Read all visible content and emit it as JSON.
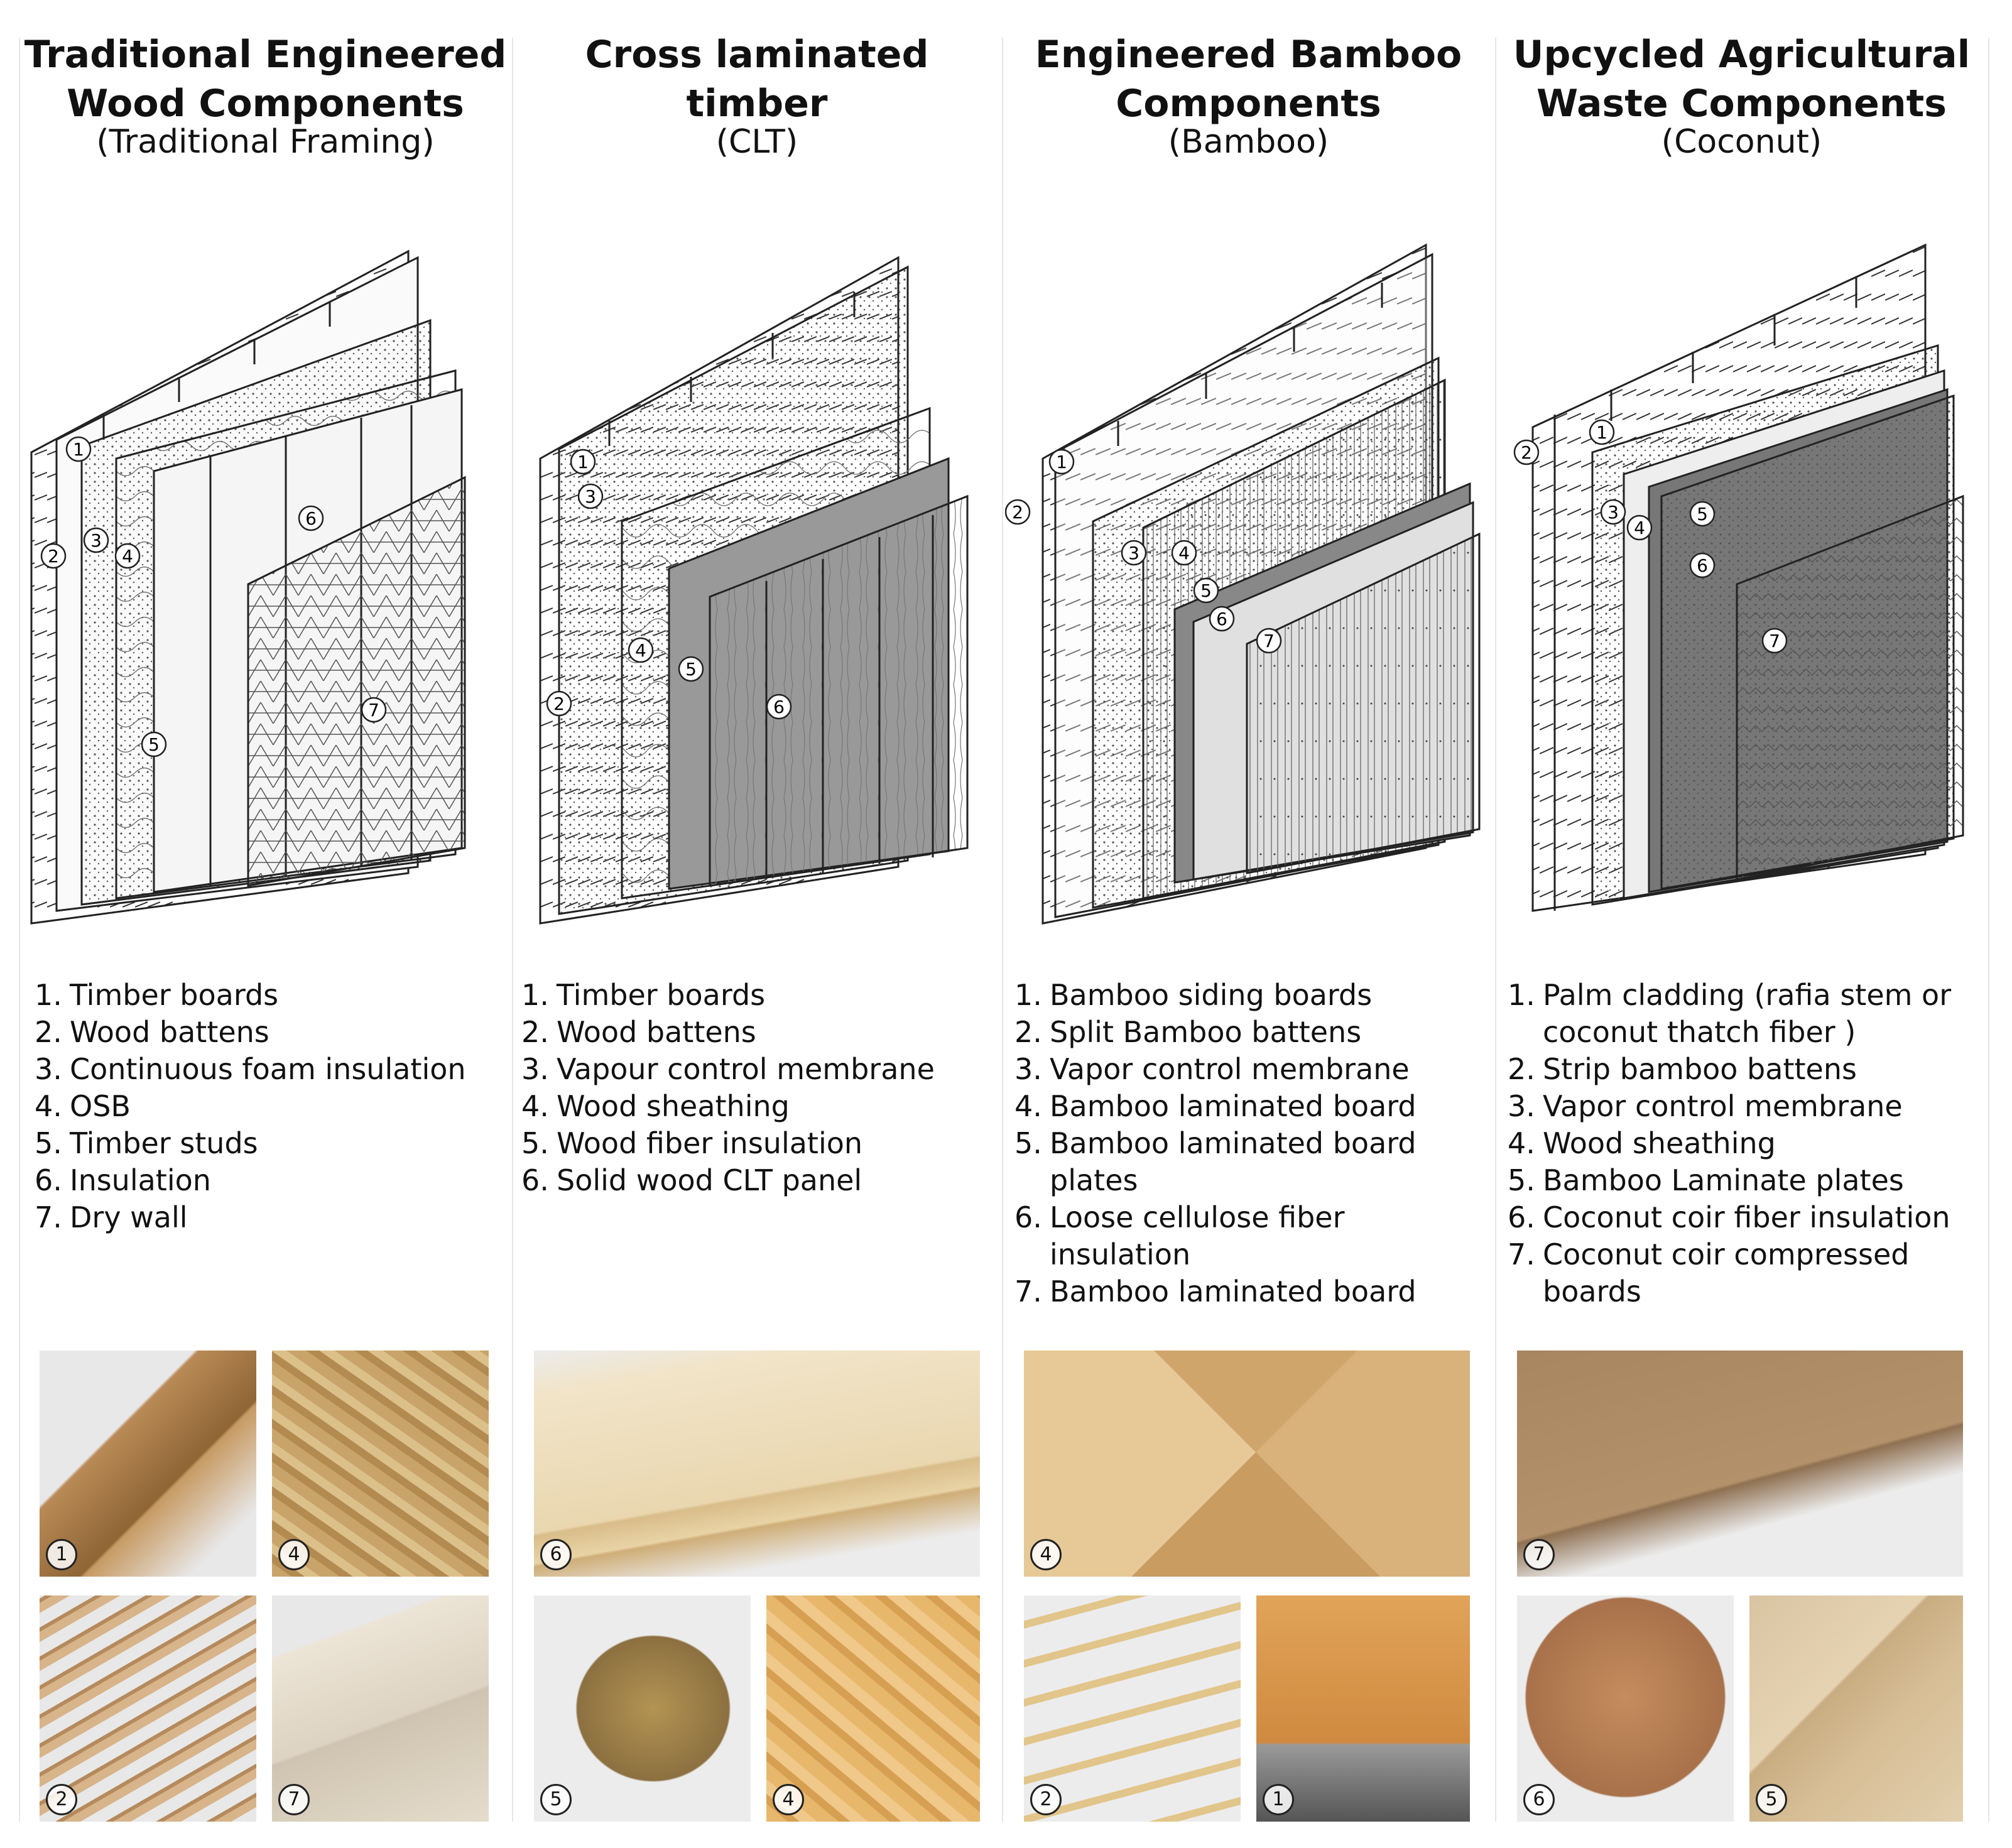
{
  "columns": [
    {
      "title_line1": "Traditional Engineered",
      "title_line2": "Wood Components",
      "subtitle": "(Traditional Framing)",
      "legend": [
        {
          "num": "1.",
          "text": "Timber boards"
        },
        {
          "num": "2.",
          "text": "Wood battens"
        },
        {
          "num": "3.",
          "text": "Continuous foam insulation"
        },
        {
          "num": "4.",
          "text": "OSB"
        },
        {
          "num": "5.",
          "text": "Timber studs"
        },
        {
          "num": "6.",
          "text": "Insulation"
        },
        {
          "num": "7.",
          "text": "Dry wall"
        }
      ],
      "callouts": [
        "1",
        "2",
        "3",
        "4",
        "5",
        "6",
        "7"
      ],
      "photo_tags": [
        "1",
        "4",
        "2",
        "7"
      ]
    },
    {
      "title_line1": "Cross laminated timber",
      "title_line2": "",
      "subtitle": "(CLT)",
      "legend": [
        {
          "num": "1.",
          "text": "Timber boards"
        },
        {
          "num": "2.",
          "text": "Wood battens"
        },
        {
          "num": "3.",
          "text": "Vapour control membrane"
        },
        {
          "num": "4.",
          "text": "Wood sheathing"
        },
        {
          "num": "5.",
          "text": "Wood fiber insulation"
        },
        {
          "num": "6.",
          "text": "Solid wood CLT panel"
        }
      ],
      "callouts": [
        "1",
        "2",
        "3",
        "4",
        "5",
        "6"
      ],
      "photo_tags": [
        "6",
        "5",
        "4"
      ]
    },
    {
      "title_line1": "Engineered Bamboo",
      "title_line2": "Components",
      "subtitle": "(Bamboo)",
      "legend": [
        {
          "num": "1.",
          "text": "Bamboo siding boards"
        },
        {
          "num": "2.",
          "text": "Split Bamboo battens"
        },
        {
          "num": "3.",
          "text": "Vapor control  membrane"
        },
        {
          "num": "4.",
          "text": "Bamboo laminated board"
        },
        {
          "num": "5.",
          "text": "Bamboo laminated board plates"
        },
        {
          "num": "6.",
          "text": "Loose cellulose fiber insulation"
        },
        {
          "num": "7.",
          "text": "Bamboo laminated board"
        }
      ],
      "callouts": [
        "1",
        "2",
        "3",
        "4",
        "5",
        "6",
        "7"
      ],
      "photo_tags": [
        "4",
        "2",
        "1"
      ]
    },
    {
      "title_line1": "Upcycled Agricultural",
      "title_line2": "Waste Components",
      "subtitle": "(Coconut)",
      "legend": [
        {
          "num": "1.",
          "text": " Palm cladding (rafia stem or coconut thatch fiber )"
        },
        {
          "num": "2.",
          "text": "Strip bamboo battens"
        },
        {
          "num": "3.",
          "text": "Vapor control membrane"
        },
        {
          "num": "4.",
          "text": "Wood sheathing"
        },
        {
          "num": "5.",
          "text": "Bamboo Laminate plates"
        },
        {
          "num": "6.",
          "text": "Coconut coir fiber insulation"
        },
        {
          "num": "7.",
          "text": "Coconut coir compressed boards"
        }
      ],
      "callouts": [
        "1",
        "2",
        "3",
        "4",
        "5",
        "6",
        "7"
      ],
      "photo_tags": [
        "7",
        "6",
        "5"
      ]
    }
  ]
}
